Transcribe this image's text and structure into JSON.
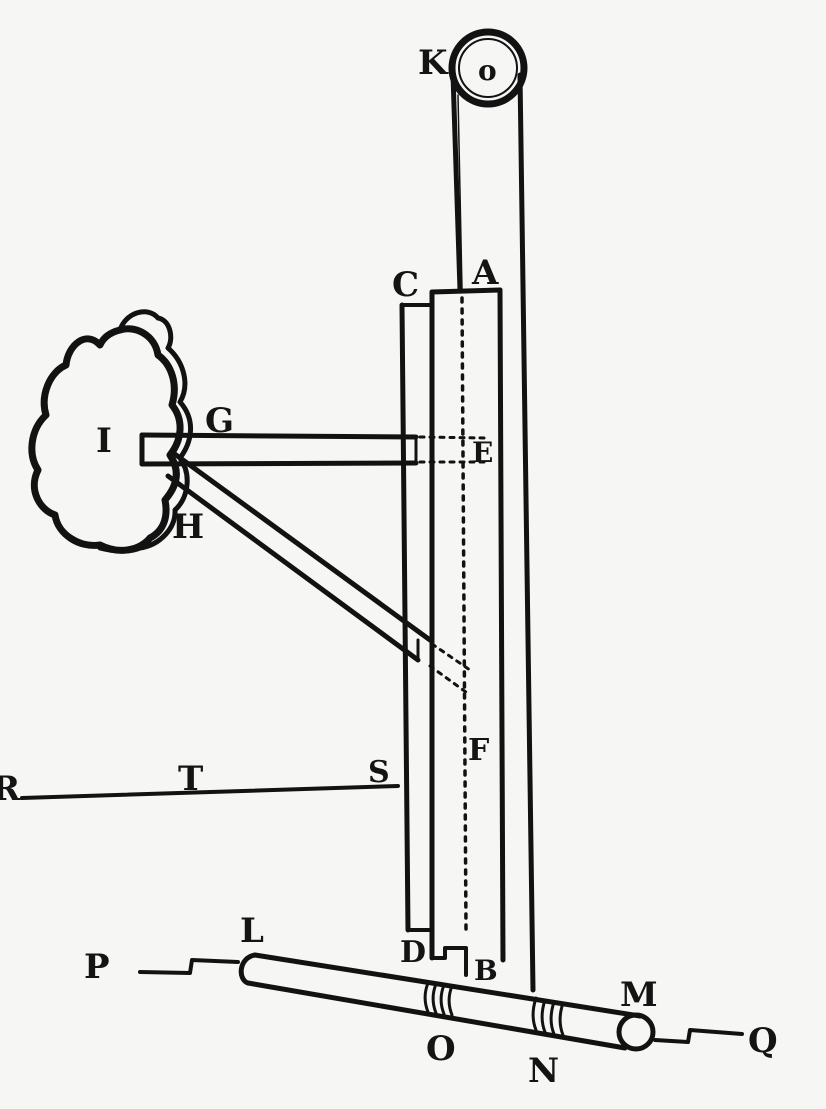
{
  "diagram": {
    "labels": {
      "K": "K",
      "pulley_center": "o",
      "A": "A",
      "C": "C",
      "G": "G",
      "I": "I",
      "E": "E",
      "H": "H",
      "F": "F",
      "R": "R",
      "T": "T",
      "S": "S",
      "L": "L",
      "D": "D",
      "B": "B",
      "P": "P",
      "M": "M",
      "Q": "Q",
      "O": "O",
      "N": "N"
    },
    "colors": {
      "ink": "#121212",
      "paper": "#f6f7f4"
    }
  }
}
